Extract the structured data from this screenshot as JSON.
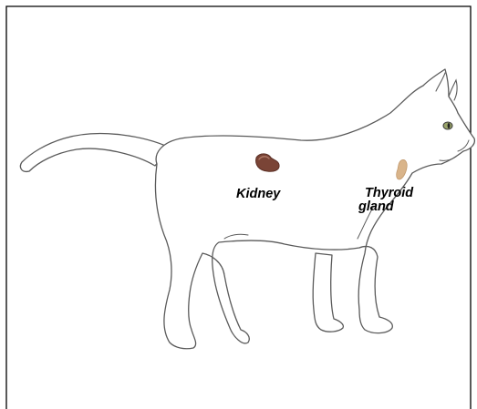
{
  "labels": {
    "kidney": "Kidney",
    "thyroid_line1": "Thyroid",
    "thyroid_line2": "gland"
  },
  "colors": {
    "background": "#ffffff",
    "frame": "#000000",
    "outline": "#5a5a5a",
    "kidney_fill": "#7a4436",
    "kidney_highlight": "#b07a68",
    "thyroid_fill": "#d9b48a",
    "eye_fill": "#9aa46a"
  },
  "icons": {
    "animal": "cat-silhouette-icon",
    "organ_1": "kidney-icon",
    "organ_2": "thyroid-icon"
  }
}
